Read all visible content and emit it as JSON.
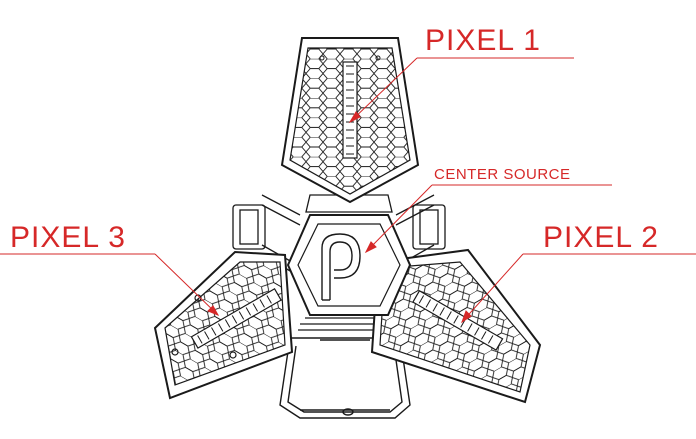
{
  "labels": {
    "pixel1": "PIXEL 1",
    "pixel2": "PIXEL 2",
    "pixel3": "PIXEL 3",
    "center_source": "CENTER SOURCE"
  },
  "colors": {
    "callout": "#d62828",
    "outline": "#1a1a1a",
    "background": "#ffffff"
  },
  "icons": {
    "center_logo": "p-logo-icon"
  }
}
